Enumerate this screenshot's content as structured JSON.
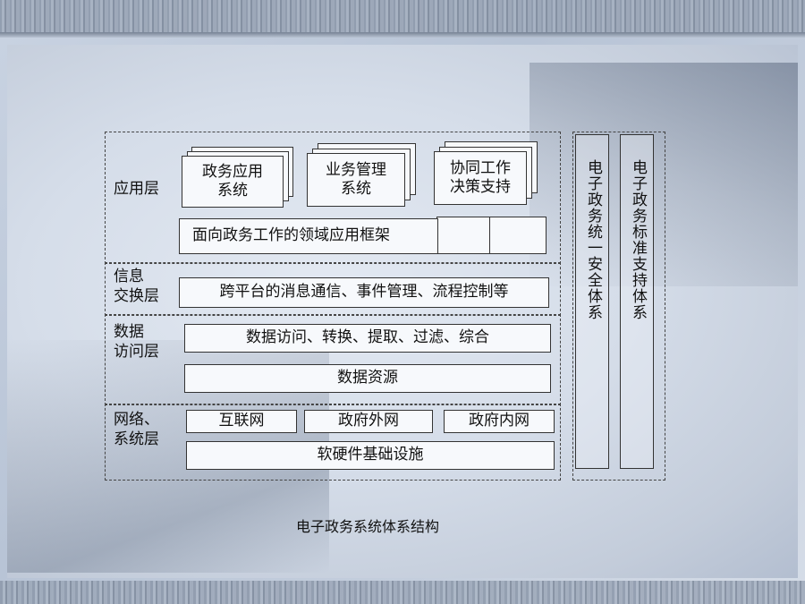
{
  "layers": {
    "application": {
      "label": "应用层",
      "modules": [
        {
          "line1": "政务应用",
          "line2": "系统"
        },
        {
          "line1": "业务管理",
          "line2": "系统"
        },
        {
          "line1": "协同工作",
          "line2": "决策支持"
        }
      ],
      "framework": "面向政务工作的领域应用框架"
    },
    "exchange": {
      "label_line1": "信息",
      "label_line2": "交换层",
      "content": "跨平台的消息通信、事件管理、流程控制等"
    },
    "data_access": {
      "label_line1": "数据",
      "label_line2": "访问层",
      "ops": "数据访问、转换、提取、过滤、综合",
      "resource": "数据资源"
    },
    "network": {
      "label_line1": "网络、",
      "label_line2": "系统层",
      "nets": [
        "互联网",
        "政府外网",
        "政府内网"
      ],
      "infra": "软硬件基础设施"
    }
  },
  "side": {
    "security": "电子政务统一安全体系",
    "standards": "电子政务标准支持体系"
  },
  "caption": "电子政务系统体系结构"
}
